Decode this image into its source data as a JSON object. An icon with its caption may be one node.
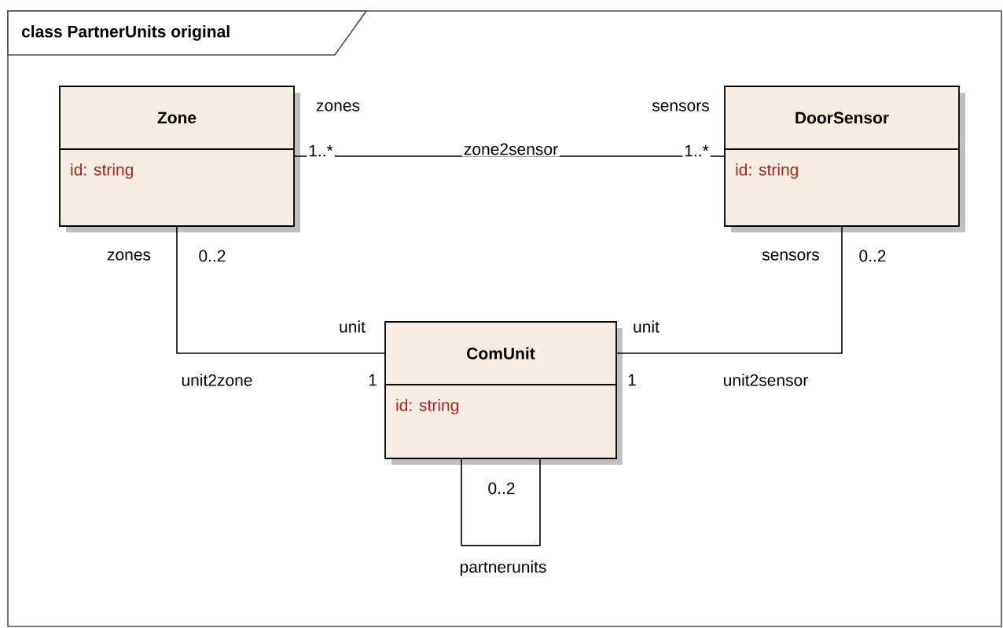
{
  "diagram": {
    "title": "class PartnerUnits original",
    "nodes": [
      {
        "text": [
          "Zone",
          "id:  string"
        ]
      },
      {
        "text": [
          "DoorSensor",
          "id:  string"
        ]
      },
      {
        "text": [
          "ComUnit",
          "id:  string"
        ]
      }
    ],
    "edges": [
      {
        "from": 0,
        "to": 1,
        "arrow": "none",
        "label": "zone2sensor"
      },
      {
        "from": 2,
        "to": 0,
        "arrow": "none",
        "label": "unit2zone"
      },
      {
        "from": 2,
        "to": 1,
        "arrow": "none",
        "label": "unit2sensor"
      },
      {
        "from": 2,
        "to": 2,
        "arrow": "none",
        "label": "partnerunits"
      }
    ],
    "labels": [
      "zones",
      "sensors",
      "1..*",
      "1..*",
      "zones",
      "0..2",
      "sensors",
      "0..2",
      "unit",
      "unit",
      "1",
      "1",
      "0..2"
    ]
  }
}
